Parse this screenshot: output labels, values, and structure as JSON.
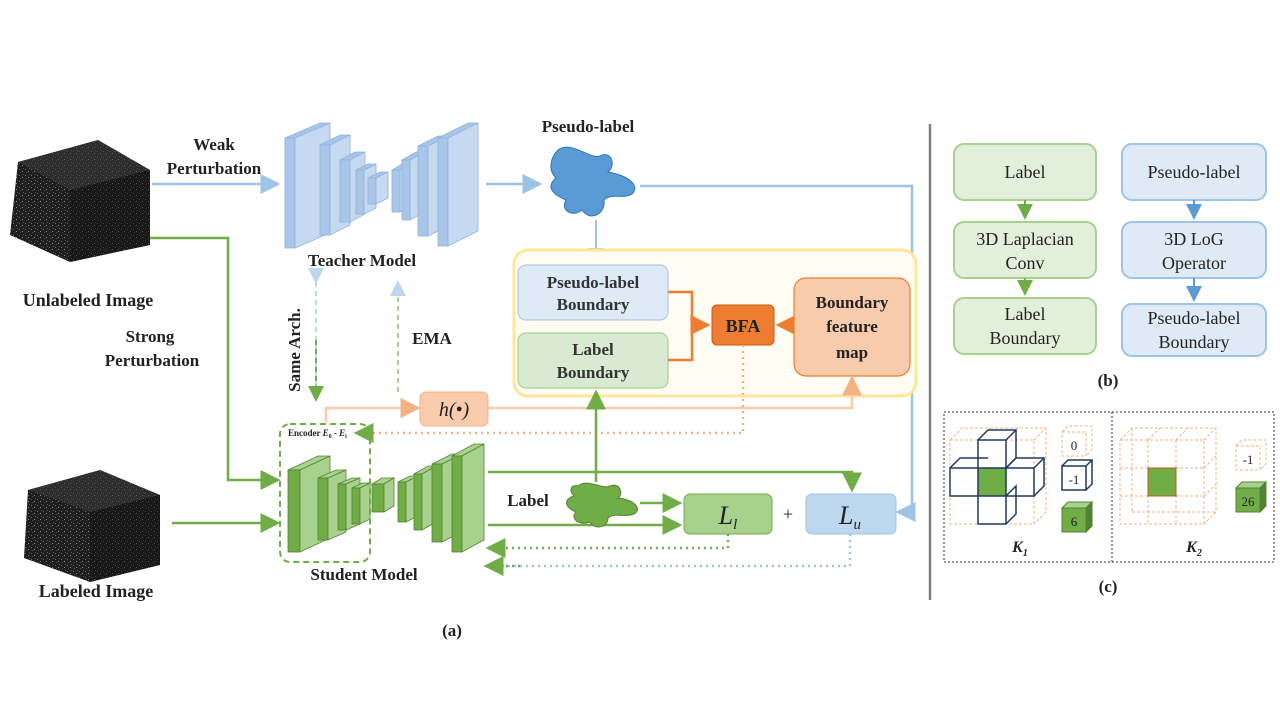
{
  "panel_a": {
    "weak_perturbation": [
      "Weak",
      "Perturbation"
    ],
    "strong_perturbation": [
      "Strong",
      "Perturbation"
    ],
    "unlabeled_image": "Unlabeled Image",
    "labeled_image": "Labeled Image",
    "teacher_model": "Teacher Model",
    "student_model": "Student Model",
    "pseudo_label": "Pseudo-label",
    "same_arch": "Same Arch.",
    "ema": "EMA",
    "encoder_label": "Encoder",
    "encoder_sub_start": "0",
    "encoder_sub_end": "i",
    "encoder_letter": "E",
    "h_func": "h(•)",
    "label": "Label",
    "pseudo_label_boundary": [
      "Pseudo-label",
      "Boundary"
    ],
    "label_boundary": [
      "Label",
      "Boundary"
    ],
    "bfa": "BFA",
    "boundary_feature_map": [
      "Boundary",
      "feature",
      "map"
    ],
    "loss_l_letter": "L",
    "loss_l_sub": "l",
    "loss_u_letter": "L",
    "loss_u_sub": "u",
    "plus": "+",
    "caption": "(a)"
  },
  "panel_b": {
    "left_column": [
      "Label",
      "3D Laplacian Conv",
      "Label Boundary"
    ],
    "right_column": [
      "Pseudo-label",
      "3D LoG Operator",
      "Pseudo-label Boundary"
    ],
    "caption": "(b)"
  },
  "panel_c": {
    "k1_values": [
      "0",
      "-1",
      "6"
    ],
    "k2_values": [
      "-1",
      "26"
    ],
    "k1_letter": "K",
    "k1_sub": "1",
    "k2_letter": "K",
    "k2_sub": "2",
    "caption": "(c)"
  },
  "colors": {
    "teacher_blue": "#a9c6e8",
    "student_green": "#70ad47",
    "light_green_fill": "#d9ead3",
    "light_blue_fill": "#deebf7",
    "orange": "#ed7d31",
    "light_orange": "#f8cbad",
    "yellow_border": "#ffe699",
    "volume_dark": "#2b2b2b"
  }
}
